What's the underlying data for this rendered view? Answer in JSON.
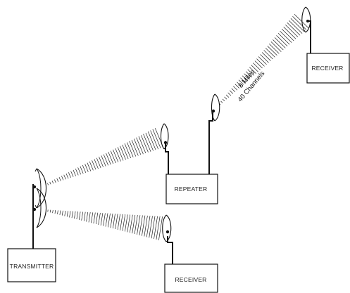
{
  "diagram": {
    "nodes": {
      "transmitter": {
        "label": "TRANSMITTER"
      },
      "repeater": {
        "label": "REPEATER"
      },
      "receiver_top": {
        "label": "RECEIVER"
      },
      "receiver_bottom": {
        "label": "RECEIVER"
      }
    },
    "link_caption": {
      "line1": "8 Miles",
      "line2": "40 Channels"
    },
    "colors": {
      "line": "#111111",
      "box_fill": "#ffffff"
    }
  }
}
